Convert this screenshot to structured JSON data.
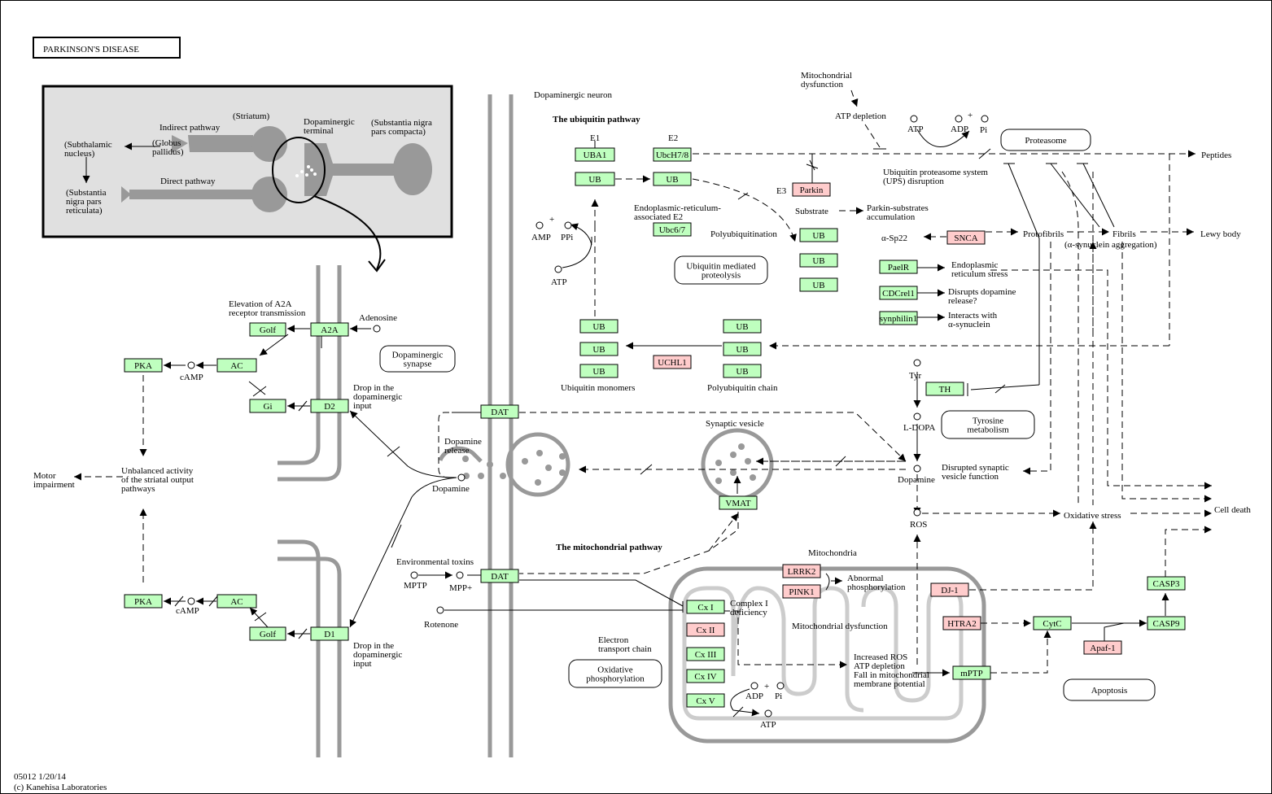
{
  "title": "PARKINSON'S DISEASE",
  "footer": {
    "code": "05012 1/20/14",
    "copyright": "(c) Kanehisa Laboratories"
  },
  "colors": {
    "gene": "#bfffbf",
    "disease_gene": "#ffcccc",
    "disease_text": "#ff0000",
    "line": "#000000",
    "membrane": "#999999",
    "inset_bg": "#e0e0e0",
    "inset_shape": "#999999"
  },
  "inset": {
    "labels": [
      {
        "id": "striatum",
        "text": [
          "(Striatum)"
        ]
      },
      {
        "id": "indirect",
        "text": [
          "Indirect pathway"
        ]
      },
      {
        "id": "da-term",
        "text": [
          "Dopaminergic",
          "terminal"
        ]
      },
      {
        "id": "snpc",
        "text": [
          "(Substantia nigra",
          "pars compacta)"
        ]
      },
      {
        "id": "stn",
        "text": [
          "(Subthalamic",
          "nucleus)"
        ]
      },
      {
        "id": "gp",
        "text": [
          "(Globus",
          "pallidus)"
        ]
      },
      {
        "id": "direct",
        "text": [
          "Direct pathway"
        ]
      },
      {
        "id": "snpr",
        "text": [
          "(Substantia",
          "nigra pars",
          "reticulata)"
        ]
      }
    ]
  },
  "nodes": [
    {
      "id": "golf1",
      "label": "Golf",
      "kind": "gene"
    },
    {
      "id": "a2a",
      "label": "A2A",
      "kind": "gene"
    },
    {
      "id": "pka1",
      "label": "PKA",
      "kind": "gene"
    },
    {
      "id": "ac1",
      "label": "AC",
      "kind": "gene"
    },
    {
      "id": "gi",
      "label": "Gi",
      "kind": "gene"
    },
    {
      "id": "d2",
      "label": "D2",
      "kind": "gene"
    },
    {
      "id": "pka2",
      "label": "PKA",
      "kind": "gene"
    },
    {
      "id": "ac2",
      "label": "AC",
      "kind": "gene"
    },
    {
      "id": "golf2",
      "label": "Golf",
      "kind": "gene"
    },
    {
      "id": "d1",
      "label": "D1",
      "kind": "gene"
    },
    {
      "id": "dat1",
      "label": "DAT",
      "kind": "gene"
    },
    {
      "id": "dat2",
      "label": "DAT",
      "kind": "gene"
    },
    {
      "id": "vmat",
      "label": "VMAT",
      "kind": "gene"
    },
    {
      "id": "uba1",
      "label": "UBA1",
      "kind": "gene"
    },
    {
      "id": "ub1",
      "label": "UB",
      "kind": "gene"
    },
    {
      "id": "ubch",
      "label": "UbcH7/8",
      "kind": "gene"
    },
    {
      "id": "ub2",
      "label": "UB",
      "kind": "gene"
    },
    {
      "id": "ubc6",
      "label": "Ubc6/7",
      "kind": "gene"
    },
    {
      "id": "parkin",
      "label": "Parkin",
      "kind": "disease"
    },
    {
      "id": "ubs1",
      "label": "UB",
      "kind": "gene"
    },
    {
      "id": "ubs2",
      "label": "UB",
      "kind": "gene"
    },
    {
      "id": "ubs3",
      "label": "UB",
      "kind": "gene"
    },
    {
      "id": "snca",
      "label": "SNCA",
      "kind": "disease"
    },
    {
      "id": "pael",
      "label": "PaelR",
      "kind": "gene"
    },
    {
      "id": "cdc",
      "label": "CDCrel1",
      "kind": "gene"
    },
    {
      "id": "synph",
      "label": "synphilin1",
      "kind": "gene"
    },
    {
      "id": "ubm1",
      "label": "UB",
      "kind": "gene"
    },
    {
      "id": "ubm2",
      "label": "UB",
      "kind": "gene"
    },
    {
      "id": "ubm3",
      "label": "UB",
      "kind": "gene"
    },
    {
      "id": "ubp1",
      "label": "UB",
      "kind": "gene"
    },
    {
      "id": "ubp2",
      "label": "UB",
      "kind": "gene"
    },
    {
      "id": "ubp3",
      "label": "UB",
      "kind": "gene"
    },
    {
      "id": "uchl1",
      "label": "UCHL1",
      "kind": "disease"
    },
    {
      "id": "th",
      "label": "TH",
      "kind": "gene"
    },
    {
      "id": "lrrk2",
      "label": "LRRK2",
      "kind": "disease"
    },
    {
      "id": "pink1",
      "label": "PINK1",
      "kind": "disease"
    },
    {
      "id": "dj1",
      "label": "DJ-1",
      "kind": "disease"
    },
    {
      "id": "htra2",
      "label": "HTRA2",
      "kind": "disease"
    },
    {
      "id": "cytc",
      "label": "CytC",
      "kind": "gene"
    },
    {
      "id": "casp3",
      "label": "CASP3",
      "kind": "gene"
    },
    {
      "id": "casp9",
      "label": "CASP9",
      "kind": "gene"
    },
    {
      "id": "apaf1",
      "label": "Apaf-1",
      "kind": "disease"
    },
    {
      "id": "cx1",
      "label": "Cx I",
      "kind": "gene"
    },
    {
      "id": "cx2",
      "label": "Cx II",
      "kind": "disease"
    },
    {
      "id": "cx3",
      "label": "Cx III",
      "kind": "gene"
    },
    {
      "id": "cx4",
      "label": "Cx IV",
      "kind": "gene"
    },
    {
      "id": "cx5",
      "label": "Cx V",
      "kind": "gene"
    },
    {
      "id": "mptp",
      "label": "mPTP",
      "kind": "gene"
    }
  ],
  "maps": [
    {
      "id": "dasyn",
      "text": [
        "Dopaminergic",
        "synapse"
      ]
    },
    {
      "id": "proteasome",
      "text": [
        "Proteasome"
      ]
    },
    {
      "id": "ubiq",
      "text": [
        "Ubiquitin mediated",
        "proteolysis"
      ]
    },
    {
      "id": "tyro",
      "text": [
        "Tyrosine",
        "metabolism"
      ]
    },
    {
      "id": "oxphos",
      "text": [
        "Oxidative",
        "phosphorylation"
      ]
    },
    {
      "id": "apoptosis",
      "text": [
        "Apoptosis"
      ]
    }
  ],
  "compounds": [
    "adenosine",
    "camp1",
    "camp2",
    "dopamine",
    "amp",
    "ppi",
    "atp1",
    "atp2",
    "adp2",
    "pi2",
    "mptp",
    "mppplus",
    "rotenone",
    "tyr",
    "ldopa",
    "dopamine2",
    "ros",
    "adp3",
    "pi3",
    "atp3"
  ],
  "labels": [
    {
      "id": "elev",
      "text": [
        "Elevation of A2A",
        "receptor transmission"
      ]
    },
    {
      "id": "adenosine",
      "text": [
        "Adenosine"
      ]
    },
    {
      "id": "camp1",
      "text": [
        "cAMP"
      ]
    },
    {
      "id": "camp2",
      "text": [
        "cAMP"
      ]
    },
    {
      "id": "drop1",
      "text": [
        "Drop in the",
        "dopaminergic",
        "input"
      ]
    },
    {
      "id": "drop2",
      "text": [
        "Drop in the",
        "dopaminergic",
        "input"
      ]
    },
    {
      "id": "unbal",
      "text": [
        "Unbalanced activity",
        "of the striatal output",
        "pathways"
      ]
    },
    {
      "id": "motor",
      "text": [
        "Motor",
        "impairment"
      ]
    },
    {
      "id": "dopamine",
      "text": [
        "Dopamine"
      ]
    },
    {
      "id": "darelease",
      "text": [
        "Dopamine",
        "release"
      ]
    },
    {
      "id": "envtox",
      "text": [
        "Environmental toxins"
      ]
    },
    {
      "id": "mptp",
      "text": [
        "MPTP"
      ]
    },
    {
      "id": "mppplus",
      "text": [
        "MPP+"
      ]
    },
    {
      "id": "rotenone",
      "text": [
        "Rotenone"
      ]
    },
    {
      "id": "daneuron",
      "text": [
        "Dopaminergic neuron"
      ]
    },
    {
      "id": "ubpath",
      "text": [
        "The ubiquitin pathway"
      ],
      "bold": true
    },
    {
      "id": "mitopath",
      "text": [
        "The mitochondrial pathway"
      ],
      "bold": true
    },
    {
      "id": "e1",
      "text": [
        "E1"
      ]
    },
    {
      "id": "e2",
      "text": [
        "E2"
      ]
    },
    {
      "id": "e3",
      "text": [
        "E3"
      ]
    },
    {
      "id": "amp",
      "text": [
        "AMP"
      ]
    },
    {
      "id": "ppi",
      "text": [
        "PPi"
      ]
    },
    {
      "id": "atp1",
      "text": [
        "ATP"
      ]
    },
    {
      "id": "er_e2",
      "text": [
        "Endoplasmic-reticulum-",
        "associated E2"
      ]
    },
    {
      "id": "polyubq",
      "text": [
        "Polyubiquitination"
      ]
    },
    {
      "id": "substrate",
      "text": [
        "Substrate"
      ]
    },
    {
      "id": "parkinsub",
      "text": [
        "Parkin-substrates",
        "accumulation"
      ]
    },
    {
      "id": "mitodys",
      "text": [
        "Mitochondrial",
        "dysfunction"
      ]
    },
    {
      "id": "atpdep",
      "text": [
        "ATP depletion"
      ]
    },
    {
      "id": "atp2",
      "text": [
        "ATP"
      ]
    },
    {
      "id": "adp2",
      "text": [
        "ADP"
      ]
    },
    {
      "id": "pi2",
      "text": [
        "Pi"
      ]
    },
    {
      "id": "peptides",
      "text": [
        "Peptides"
      ]
    },
    {
      "id": "ups",
      "text": [
        "Ubiquitin proteasome system",
        "(UPS) disruption"
      ]
    },
    {
      "id": "asp22",
      "text": [
        "α-Sp22"
      ]
    },
    {
      "id": "protofib",
      "text": [
        "Protofibrils"
      ]
    },
    {
      "id": "fibrils",
      "text": [
        "Fibrils"
      ]
    },
    {
      "id": "lewy",
      "text": [
        "Lewy body"
      ]
    },
    {
      "id": "asynagg",
      "text": [
        "(α-synuclein aggregation)"
      ]
    },
    {
      "id": "erstress",
      "text": [
        "Endoplasmic",
        "reticulum stress"
      ]
    },
    {
      "id": "disrupt",
      "text": [
        "Disrupts dopamine",
        "release?"
      ]
    },
    {
      "id": "interacts",
      "text": [
        "Interacts with",
        "α-synuclein"
      ]
    },
    {
      "id": "ubmono",
      "text": [
        "Ubiquitin monomers"
      ]
    },
    {
      "id": "polychain",
      "text": [
        "Polyubiquitin chain"
      ]
    },
    {
      "id": "tyr",
      "text": [
        "Tyr"
      ]
    },
    {
      "id": "ldopa",
      "text": [
        "L-DOPA"
      ]
    },
    {
      "id": "synves",
      "text": [
        "Synaptic vesicle"
      ]
    },
    {
      "id": "dopamine2",
      "text": [
        "Dopamine"
      ]
    },
    {
      "id": "disrsyn",
      "text": [
        "Disrupted synaptic",
        "vesicle function"
      ]
    },
    {
      "id": "celldeath",
      "text": [
        "Cell death"
      ]
    },
    {
      "id": "ros",
      "text": [
        "ROS"
      ]
    },
    {
      "id": "oxstress",
      "text": [
        "Oxidative stress"
      ]
    },
    {
      "id": "mito",
      "text": [
        "Mitochondria"
      ]
    },
    {
      "id": "abnphos",
      "text": [
        "Abnormal",
        "phosphorylation"
      ]
    },
    {
      "id": "cx1def",
      "text": [
        "Complex I",
        "deficiency"
      ]
    },
    {
      "id": "mitodys2",
      "text": [
        "Mitochondrial dysfunction"
      ]
    },
    {
      "id": "etc",
      "text": [
        "Electron",
        "transport chain"
      ]
    },
    {
      "id": "incros",
      "text": [
        "Increased ROS",
        "ATP depletion",
        "Fall in mitochondrial",
        "membrane potential"
      ]
    },
    {
      "id": "adp3",
      "text": [
        "ADP"
      ]
    },
    {
      "id": "pi3",
      "text": [
        "Pi"
      ]
    },
    {
      "id": "atp3",
      "text": [
        "ATP"
      ]
    },
    {
      "id": "plus1",
      "text": [
        "+"
      ]
    },
    {
      "id": "plus2",
      "text": [
        "+"
      ]
    },
    {
      "id": "plus3",
      "text": [
        "+"
      ]
    }
  ]
}
